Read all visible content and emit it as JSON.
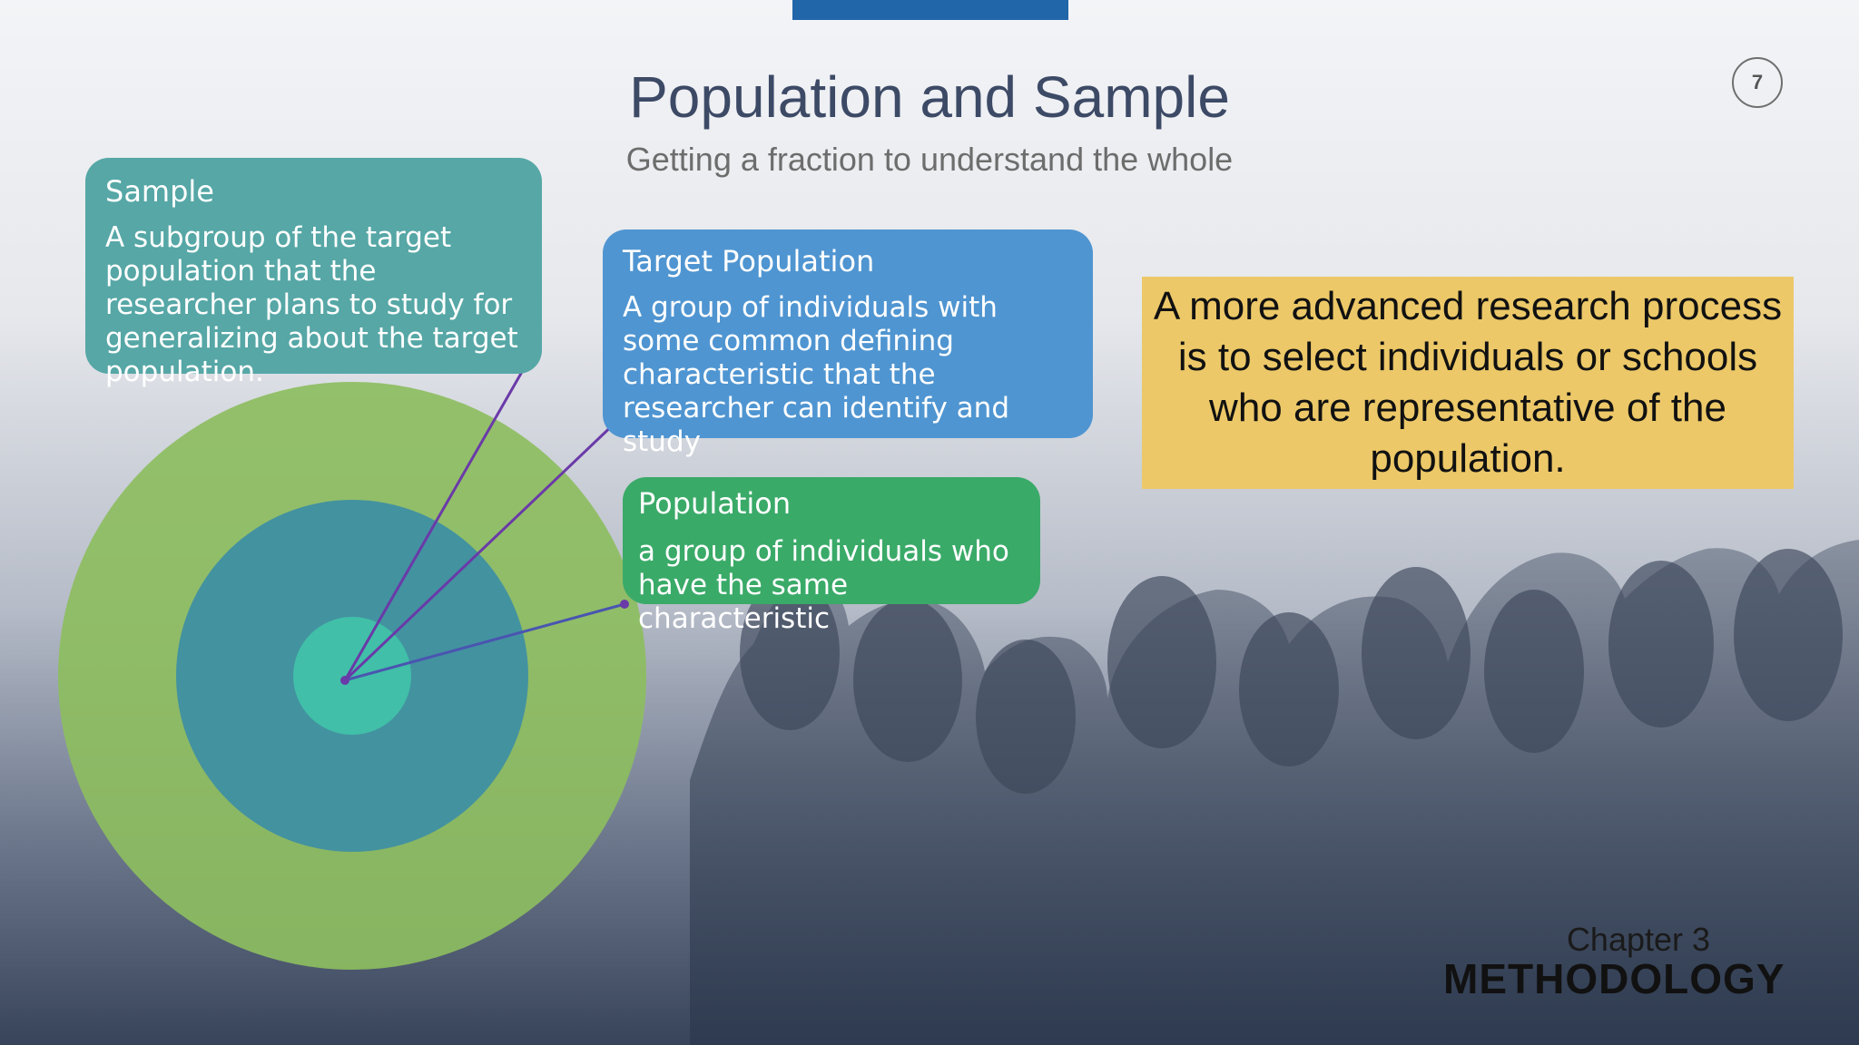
{
  "slide": {
    "page_number": "7",
    "title": "Population and Sample",
    "subtitle": "Getting a fraction to understand the whole"
  },
  "callouts": {
    "sample": {
      "title": "Sample",
      "body": "A subgroup of the target population that the researcher plans to study for generalizing about the target population.",
      "color": "#56a7a6"
    },
    "target_population": {
      "title": "Target Population",
      "body": "A group of individuals with some common defining characteristic that the researcher can identify and study",
      "color": "#4f95d1"
    },
    "population": {
      "title": "Population",
      "body": "a group of individuals who have the same characteristic",
      "color": "#3aaa68"
    }
  },
  "note": {
    "text": "A more advanced research process is to select individuals or schools who are representative of the population.",
    "color": "#ecc868"
  },
  "branding": {
    "chapter": "Chapter 3",
    "section": "METHODOLOGY"
  },
  "colors": {
    "outer_circle": "#8dbd5f",
    "middle_circle": "#3f8fa3",
    "inner_circle": "#41bfa8",
    "connector": "#6a3aa8",
    "accent_bar": "#2166a8"
  }
}
